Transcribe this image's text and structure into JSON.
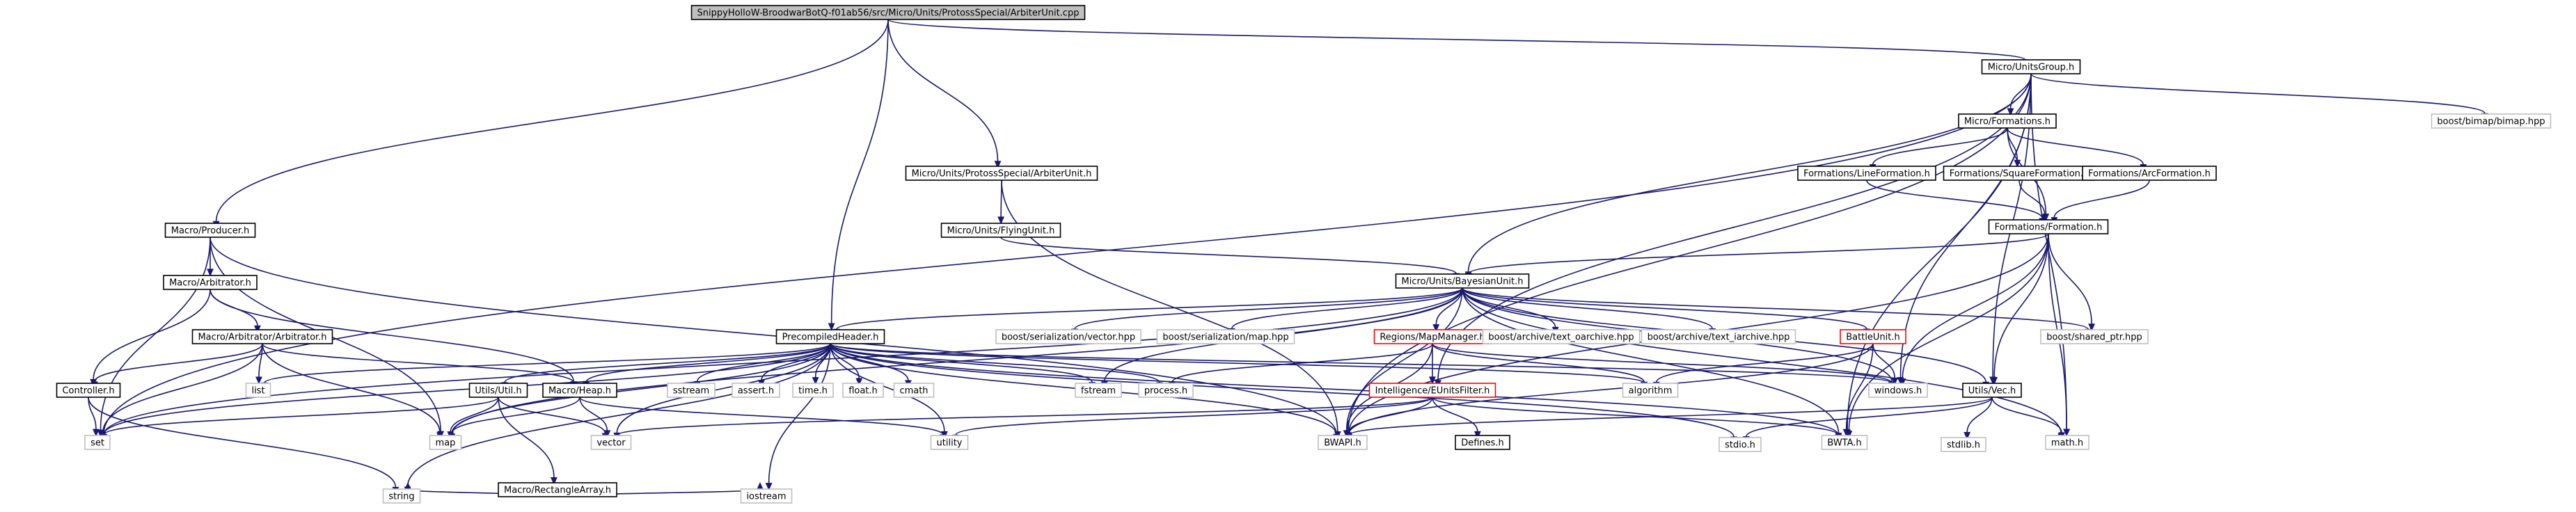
{
  "graph": {
    "edge_color": "#191970",
    "fill_color": "#ffffff",
    "root_fill": "#bfbfbf",
    "border_colors": {
      "normal": "#000000",
      "external": "#bfbfbf",
      "truncated": "#ff0000"
    },
    "nodes": [
      {
        "id": "root",
        "label": "SnippyHolloW-BroodwarBotQ-f01ab56/src/Micro/Units/ProtossSpecial/ArbiterUnit.cpp",
        "kind": "root"
      },
      {
        "id": "unitsgroup",
        "label": "Micro/UnitsGroup.h",
        "kind": "normal"
      },
      {
        "id": "producer",
        "label": "Macro/Producer.h",
        "kind": "normal"
      },
      {
        "id": "arbunit",
        "label": "Micro/Units/ProtossSpecial/ArbiterUnit.h",
        "kind": "normal"
      },
      {
        "id": "precomp",
        "label": "PrecompiledHeader.h",
        "kind": "normal"
      },
      {
        "id": "formations",
        "label": "Micro/Formations.h",
        "kind": "normal"
      },
      {
        "id": "bimap",
        "label": "boost/bimap/bimap.hpp",
        "kind": "external"
      },
      {
        "id": "lineform",
        "label": "Formations/LineFormation.h",
        "kind": "normal"
      },
      {
        "id": "squareform",
        "label": "Formations/SquareFormation.h",
        "kind": "normal"
      },
      {
        "id": "arcform",
        "label": "Formations/ArcFormation.h",
        "kind": "normal"
      },
      {
        "id": "flyingunit",
        "label": "Micro/Units/FlyingUnit.h",
        "kind": "normal"
      },
      {
        "id": "formation",
        "label": "Formations/Formation.h",
        "kind": "normal"
      },
      {
        "id": "arbitrator",
        "label": "Macro/Arbitrator.h",
        "kind": "normal"
      },
      {
        "id": "bayesian",
        "label": "Micro/Units/BayesianUnit.h",
        "kind": "normal"
      },
      {
        "id": "arbarb",
        "label": "Macro/Arbitrator/Arbitrator.h",
        "kind": "normal"
      },
      {
        "id": "serialvector",
        "label": "boost/serialization/vector.hpp",
        "kind": "external"
      },
      {
        "id": "serialmap",
        "label": "boost/serialization/map.hpp",
        "kind": "external"
      },
      {
        "id": "mapmanager",
        "label": "Regions/MapManager.h",
        "kind": "truncated"
      },
      {
        "id": "toarchive",
        "label": "boost/archive/text_oarchive.hpp",
        "kind": "external"
      },
      {
        "id": "tiarchive",
        "label": "boost/archive/text_iarchive.hpp",
        "kind": "external"
      },
      {
        "id": "battleunit",
        "label": "BattleUnit.h",
        "kind": "truncated"
      },
      {
        "id": "sharedptr",
        "label": "boost/shared_ptr.hpp",
        "kind": "external"
      },
      {
        "id": "controller",
        "label": "Controller.h",
        "kind": "normal"
      },
      {
        "id": "list",
        "label": "list",
        "kind": "external"
      },
      {
        "id": "utilsutil",
        "label": "Utils/Util.h",
        "kind": "normal"
      },
      {
        "id": "macroheap",
        "label": "Macro/Heap.h",
        "kind": "normal"
      },
      {
        "id": "sstream",
        "label": "sstream",
        "kind": "external"
      },
      {
        "id": "asserth",
        "label": "assert.h",
        "kind": "external"
      },
      {
        "id": "timeh",
        "label": "time.h",
        "kind": "external"
      },
      {
        "id": "floath",
        "label": "float.h",
        "kind": "external"
      },
      {
        "id": "cmath",
        "label": "cmath",
        "kind": "external"
      },
      {
        "id": "fstream",
        "label": "fstream",
        "kind": "external"
      },
      {
        "id": "processh",
        "label": "process.h",
        "kind": "external"
      },
      {
        "id": "iufilter",
        "label": "Intelligence/EUnitsFilter.h",
        "kind": "truncated"
      },
      {
        "id": "algorithm",
        "label": "algorithm",
        "kind": "external"
      },
      {
        "id": "windowsh",
        "label": "windows.h",
        "kind": "external"
      },
      {
        "id": "utilsvec",
        "label": "Utils/Vec.h",
        "kind": "normal"
      },
      {
        "id": "set",
        "label": "set",
        "kind": "external"
      },
      {
        "id": "map",
        "label": "map",
        "kind": "external"
      },
      {
        "id": "vector",
        "label": "vector",
        "kind": "external"
      },
      {
        "id": "rectarray",
        "label": "Macro/RectangleArray.h",
        "kind": "normal"
      },
      {
        "id": "utility",
        "label": "utility",
        "kind": "external"
      },
      {
        "id": "bwapi",
        "label": "BWAPI.h",
        "kind": "external"
      },
      {
        "id": "defines",
        "label": "Defines.h",
        "kind": "normal"
      },
      {
        "id": "stdioh",
        "label": "stdio.h",
        "kind": "external"
      },
      {
        "id": "bwta",
        "label": "BWTA.h",
        "kind": "external"
      },
      {
        "id": "stdlibh",
        "label": "stdlib.h",
        "kind": "external"
      },
      {
        "id": "mathh",
        "label": "math.h",
        "kind": "external"
      },
      {
        "id": "string",
        "label": "string",
        "kind": "external"
      },
      {
        "id": "iostream",
        "label": "iostream",
        "kind": "external"
      }
    ],
    "edges": [
      [
        "root",
        "unitsgroup"
      ],
      [
        "root",
        "producer"
      ],
      [
        "root",
        "arbunit"
      ],
      [
        "root",
        "precomp"
      ],
      [
        "unitsgroup",
        "formations"
      ],
      [
        "unitsgroup",
        "bimap"
      ],
      [
        "unitsgroup",
        "bayesian"
      ],
      [
        "unitsgroup",
        "set"
      ],
      [
        "unitsgroup",
        "windowsh"
      ],
      [
        "unitsgroup",
        "bwapi"
      ],
      [
        "unitsgroup",
        "utilsvec"
      ],
      [
        "unitsgroup",
        "bwta"
      ],
      [
        "unitsgroup",
        "mathh"
      ],
      [
        "unitsgroup",
        "iufilter"
      ],
      [
        "formations",
        "lineform"
      ],
      [
        "formations",
        "squareform"
      ],
      [
        "formations",
        "arcform"
      ],
      [
        "formations",
        "formation"
      ],
      [
        "lineform",
        "formation"
      ],
      [
        "squareform",
        "formation"
      ],
      [
        "arcform",
        "formation"
      ],
      [
        "formation",
        "bayesian"
      ],
      [
        "formation",
        "sharedptr"
      ],
      [
        "formation",
        "windowsh"
      ],
      [
        "formation",
        "utilsvec"
      ],
      [
        "formation",
        "bwapi"
      ],
      [
        "formation",
        "bwta"
      ],
      [
        "formation",
        "mathh"
      ],
      [
        "arbunit",
        "flyingunit"
      ],
      [
        "arbunit",
        "bwapi"
      ],
      [
        "flyingunit",
        "bayesian"
      ],
      [
        "producer",
        "arbitrator"
      ],
      [
        "producer",
        "set"
      ],
      [
        "producer",
        "map"
      ],
      [
        "producer",
        "bwapi"
      ],
      [
        "arbitrator",
        "arbarb"
      ],
      [
        "arbitrator",
        "controller"
      ],
      [
        "arbitrator",
        "macroheap"
      ],
      [
        "arbarb",
        "controller"
      ],
      [
        "arbarb",
        "list"
      ],
      [
        "arbarb",
        "set"
      ],
      [
        "arbarb",
        "map"
      ],
      [
        "arbarb",
        "macroheap"
      ],
      [
        "controller",
        "set"
      ],
      [
        "controller",
        "string"
      ],
      [
        "bayesian",
        "precomp"
      ],
      [
        "bayesian",
        "serialvector"
      ],
      [
        "bayesian",
        "serialmap"
      ],
      [
        "bayesian",
        "mapmanager"
      ],
      [
        "bayesian",
        "toarchive"
      ],
      [
        "bayesian",
        "tiarchive"
      ],
      [
        "bayesian",
        "battleunit"
      ],
      [
        "bayesian",
        "sharedptr"
      ],
      [
        "bayesian",
        "utilsvec"
      ],
      [
        "bayesian",
        "windowsh"
      ],
      [
        "bayesian",
        "bwapi"
      ],
      [
        "bayesian",
        "bwta"
      ],
      [
        "bayesian",
        "mathh"
      ],
      [
        "bayesian",
        "fstream"
      ],
      [
        "bayesian",
        "set"
      ],
      [
        "bayesian",
        "map"
      ],
      [
        "precomp",
        "list"
      ],
      [
        "precomp",
        "set"
      ],
      [
        "precomp",
        "map"
      ],
      [
        "precomp",
        "vector"
      ],
      [
        "precomp",
        "string"
      ],
      [
        "precomp",
        "sstream"
      ],
      [
        "precomp",
        "asserth"
      ],
      [
        "precomp",
        "timeh"
      ],
      [
        "precomp",
        "floath"
      ],
      [
        "precomp",
        "cmath"
      ],
      [
        "precomp",
        "fstream"
      ],
      [
        "precomp",
        "processh"
      ],
      [
        "precomp",
        "algorithm"
      ],
      [
        "precomp",
        "windowsh"
      ],
      [
        "precomp",
        "utility"
      ],
      [
        "precomp",
        "bwapi"
      ],
      [
        "precomp",
        "bwta"
      ],
      [
        "precomp",
        "utilsutil"
      ],
      [
        "precomp",
        "macroheap"
      ],
      [
        "precomp",
        "iostream"
      ],
      [
        "precomp",
        "stdioh"
      ],
      [
        "mapmanager",
        "iufilter"
      ],
      [
        "mapmanager",
        "bwapi"
      ],
      [
        "mapmanager",
        "processh"
      ],
      [
        "mapmanager",
        "windowsh"
      ],
      [
        "mapmanager",
        "algorithm"
      ],
      [
        "battleunit",
        "bwapi"
      ],
      [
        "battleunit",
        "bwta"
      ],
      [
        "battleunit",
        "windowsh"
      ],
      [
        "battleunit",
        "algorithm"
      ],
      [
        "iufilter",
        "defines"
      ],
      [
        "iufilter",
        "bwapi"
      ],
      [
        "iufilter",
        "vector"
      ],
      [
        "iufilter",
        "utility"
      ],
      [
        "iufilter",
        "bwta"
      ],
      [
        "utilsvec",
        "bwapi"
      ],
      [
        "utilsvec",
        "stdlibh"
      ],
      [
        "utilsvec",
        "mathh"
      ],
      [
        "utilsvec",
        "stdioh"
      ],
      [
        "utilsutil",
        "set"
      ],
      [
        "utilsutil",
        "map"
      ],
      [
        "utilsutil",
        "vector"
      ],
      [
        "utilsutil",
        "rectarray"
      ],
      [
        "macroheap",
        "map"
      ],
      [
        "macroheap",
        "vector"
      ],
      [
        "macroheap",
        "utility"
      ],
      [
        "rectarray",
        "string"
      ],
      [
        "rectarray",
        "iostream"
      ]
    ]
  }
}
